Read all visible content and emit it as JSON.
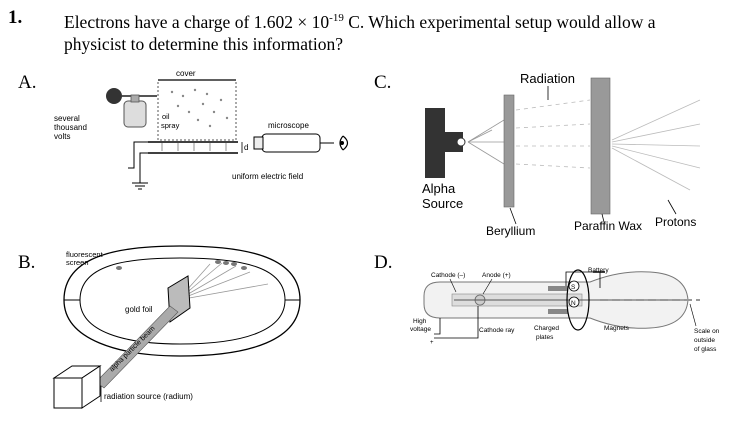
{
  "question": {
    "number": "1.",
    "text_part1": "Electrons have a charge of 1.602 × 10",
    "exponent": "-19",
    "text_part2": " C. Which experimental setup would allow a physicist to determine this information?"
  },
  "options": [
    {
      "letter": "A."
    },
    {
      "letter": "B."
    },
    {
      "letter": "C."
    },
    {
      "letter": "D."
    }
  ],
  "diagram_a": {
    "cover": "cover",
    "oil": "oil",
    "spray": "spray",
    "volts_line1": "several",
    "volts_line2": "thousand",
    "volts_line3": "volts",
    "microscope": "microscope",
    "d": "d",
    "field": "uniform electric field"
  },
  "diagram_b": {
    "screen_line1": "fluorescent",
    "screen_line2": "screen",
    "gold_foil": "gold foil",
    "beam": "alpha particle beam",
    "source": "radiation source (radium)"
  },
  "diagram_c": {
    "radiation": "Radiation",
    "alpha_line1": "Alpha",
    "alpha_line2": "Source",
    "beryllium": "Beryllium",
    "paraffin": "Paraffin Wax",
    "protons": "Protons"
  },
  "diagram_d": {
    "cathode": "Cathode (–)",
    "anode": "Anode (+)",
    "battery": "Battery",
    "s": "S",
    "n": "N",
    "high_line1": "High",
    "high_line2": "voltage",
    "cathode_ray": "Cathode ray",
    "plates_line1": "Charged",
    "plates_line2": "plates",
    "magnets": "Magnets",
    "scale_line1": "Scale on",
    "scale_line2": "outside",
    "scale_line3": "of glass"
  }
}
